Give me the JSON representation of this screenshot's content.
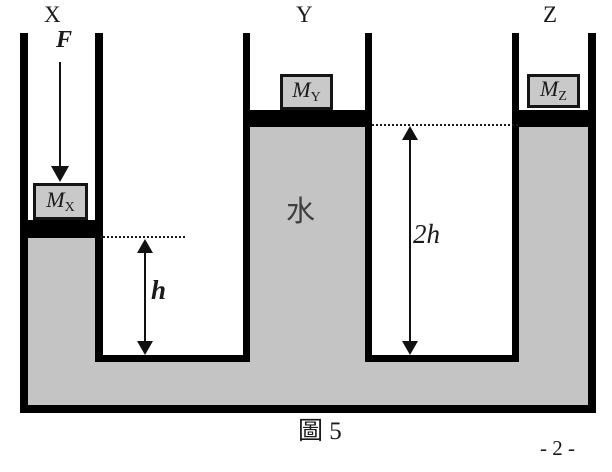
{
  "figure": {
    "caption": "圖 5",
    "page_number": "- 2 -"
  },
  "labels": {
    "column_x": "X",
    "column_y": "Y",
    "column_z": "Z",
    "force": "F",
    "water": "水",
    "height_x": "h",
    "height_yz": "2h"
  },
  "masses": {
    "x": {
      "symbol": "M",
      "subscript": "X"
    },
    "y": {
      "symbol": "M",
      "subscript": "Y"
    },
    "z": {
      "symbol": "M",
      "subscript": "Z"
    }
  },
  "colors": {
    "water_fill": "#c4c4c4",
    "mass_box_fill": "#c9c9c9",
    "outline": "#000000"
  }
}
